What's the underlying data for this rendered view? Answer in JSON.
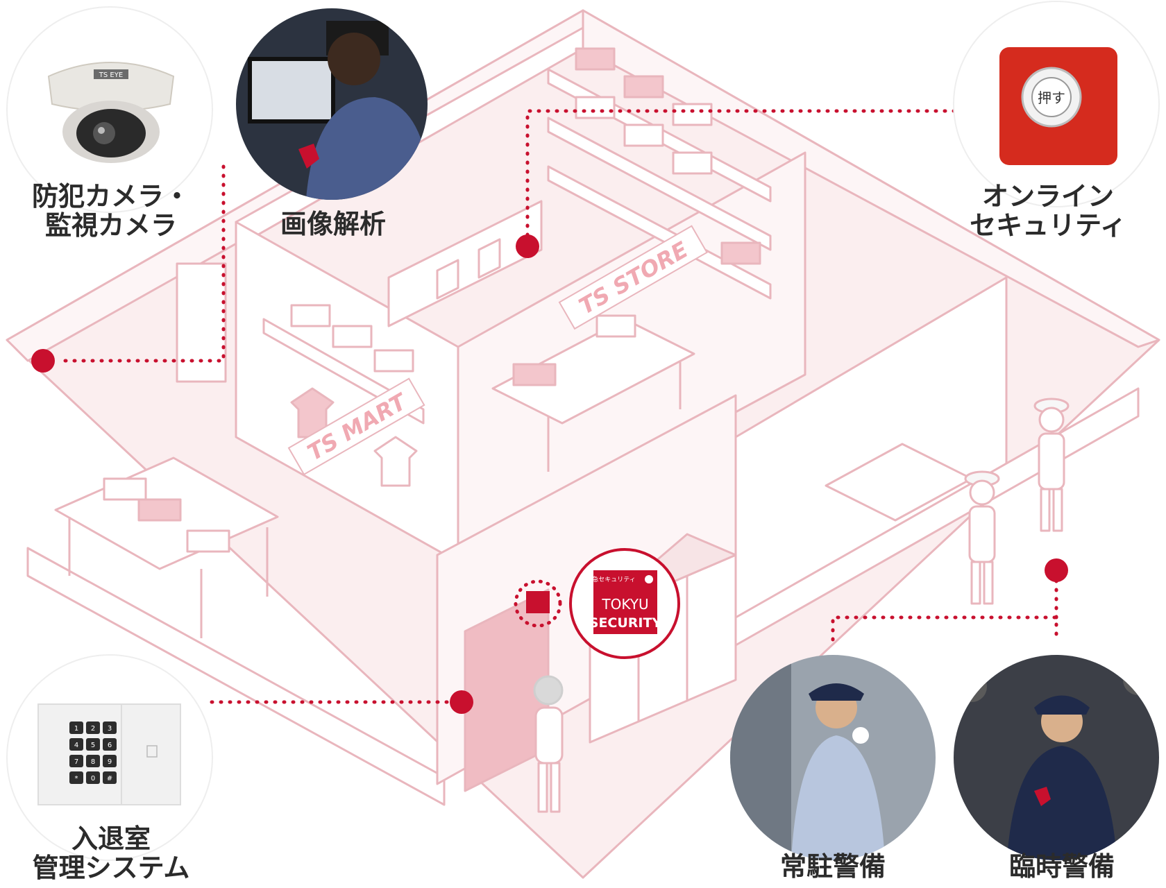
{
  "labels": {
    "camera_line1": "防犯カメラ・",
    "camera_line2": "監視カメラ",
    "image_analysis": "画像解析",
    "online_line1": "オンライン",
    "online_line2": "セキュリティ",
    "access_line1": "入退室",
    "access_line2": "管理システム",
    "station_guard": "常駐警備",
    "temporary_guard": "臨時警備"
  },
  "signs": {
    "ts_mart": "TS MART",
    "ts_store": "TS STORE"
  },
  "badge": {
    "top_text": "東急セキュリティ",
    "brand_line1": "TOKYU",
    "brand_line2": "SECURITY"
  },
  "camera_brand": "TS EYE",
  "alarm_button_text": "押す",
  "keypad_keys": [
    "1",
    "2",
    "3",
    "4",
    "5",
    "6",
    "7",
    "8",
    "9",
    "*",
    "0",
    "#"
  ],
  "colors": {
    "accent_red": "#c8102e",
    "line_pink": "#e9b6bd",
    "floor_pink": "#fbeeef",
    "dark_navy": "#1f2a4a"
  }
}
